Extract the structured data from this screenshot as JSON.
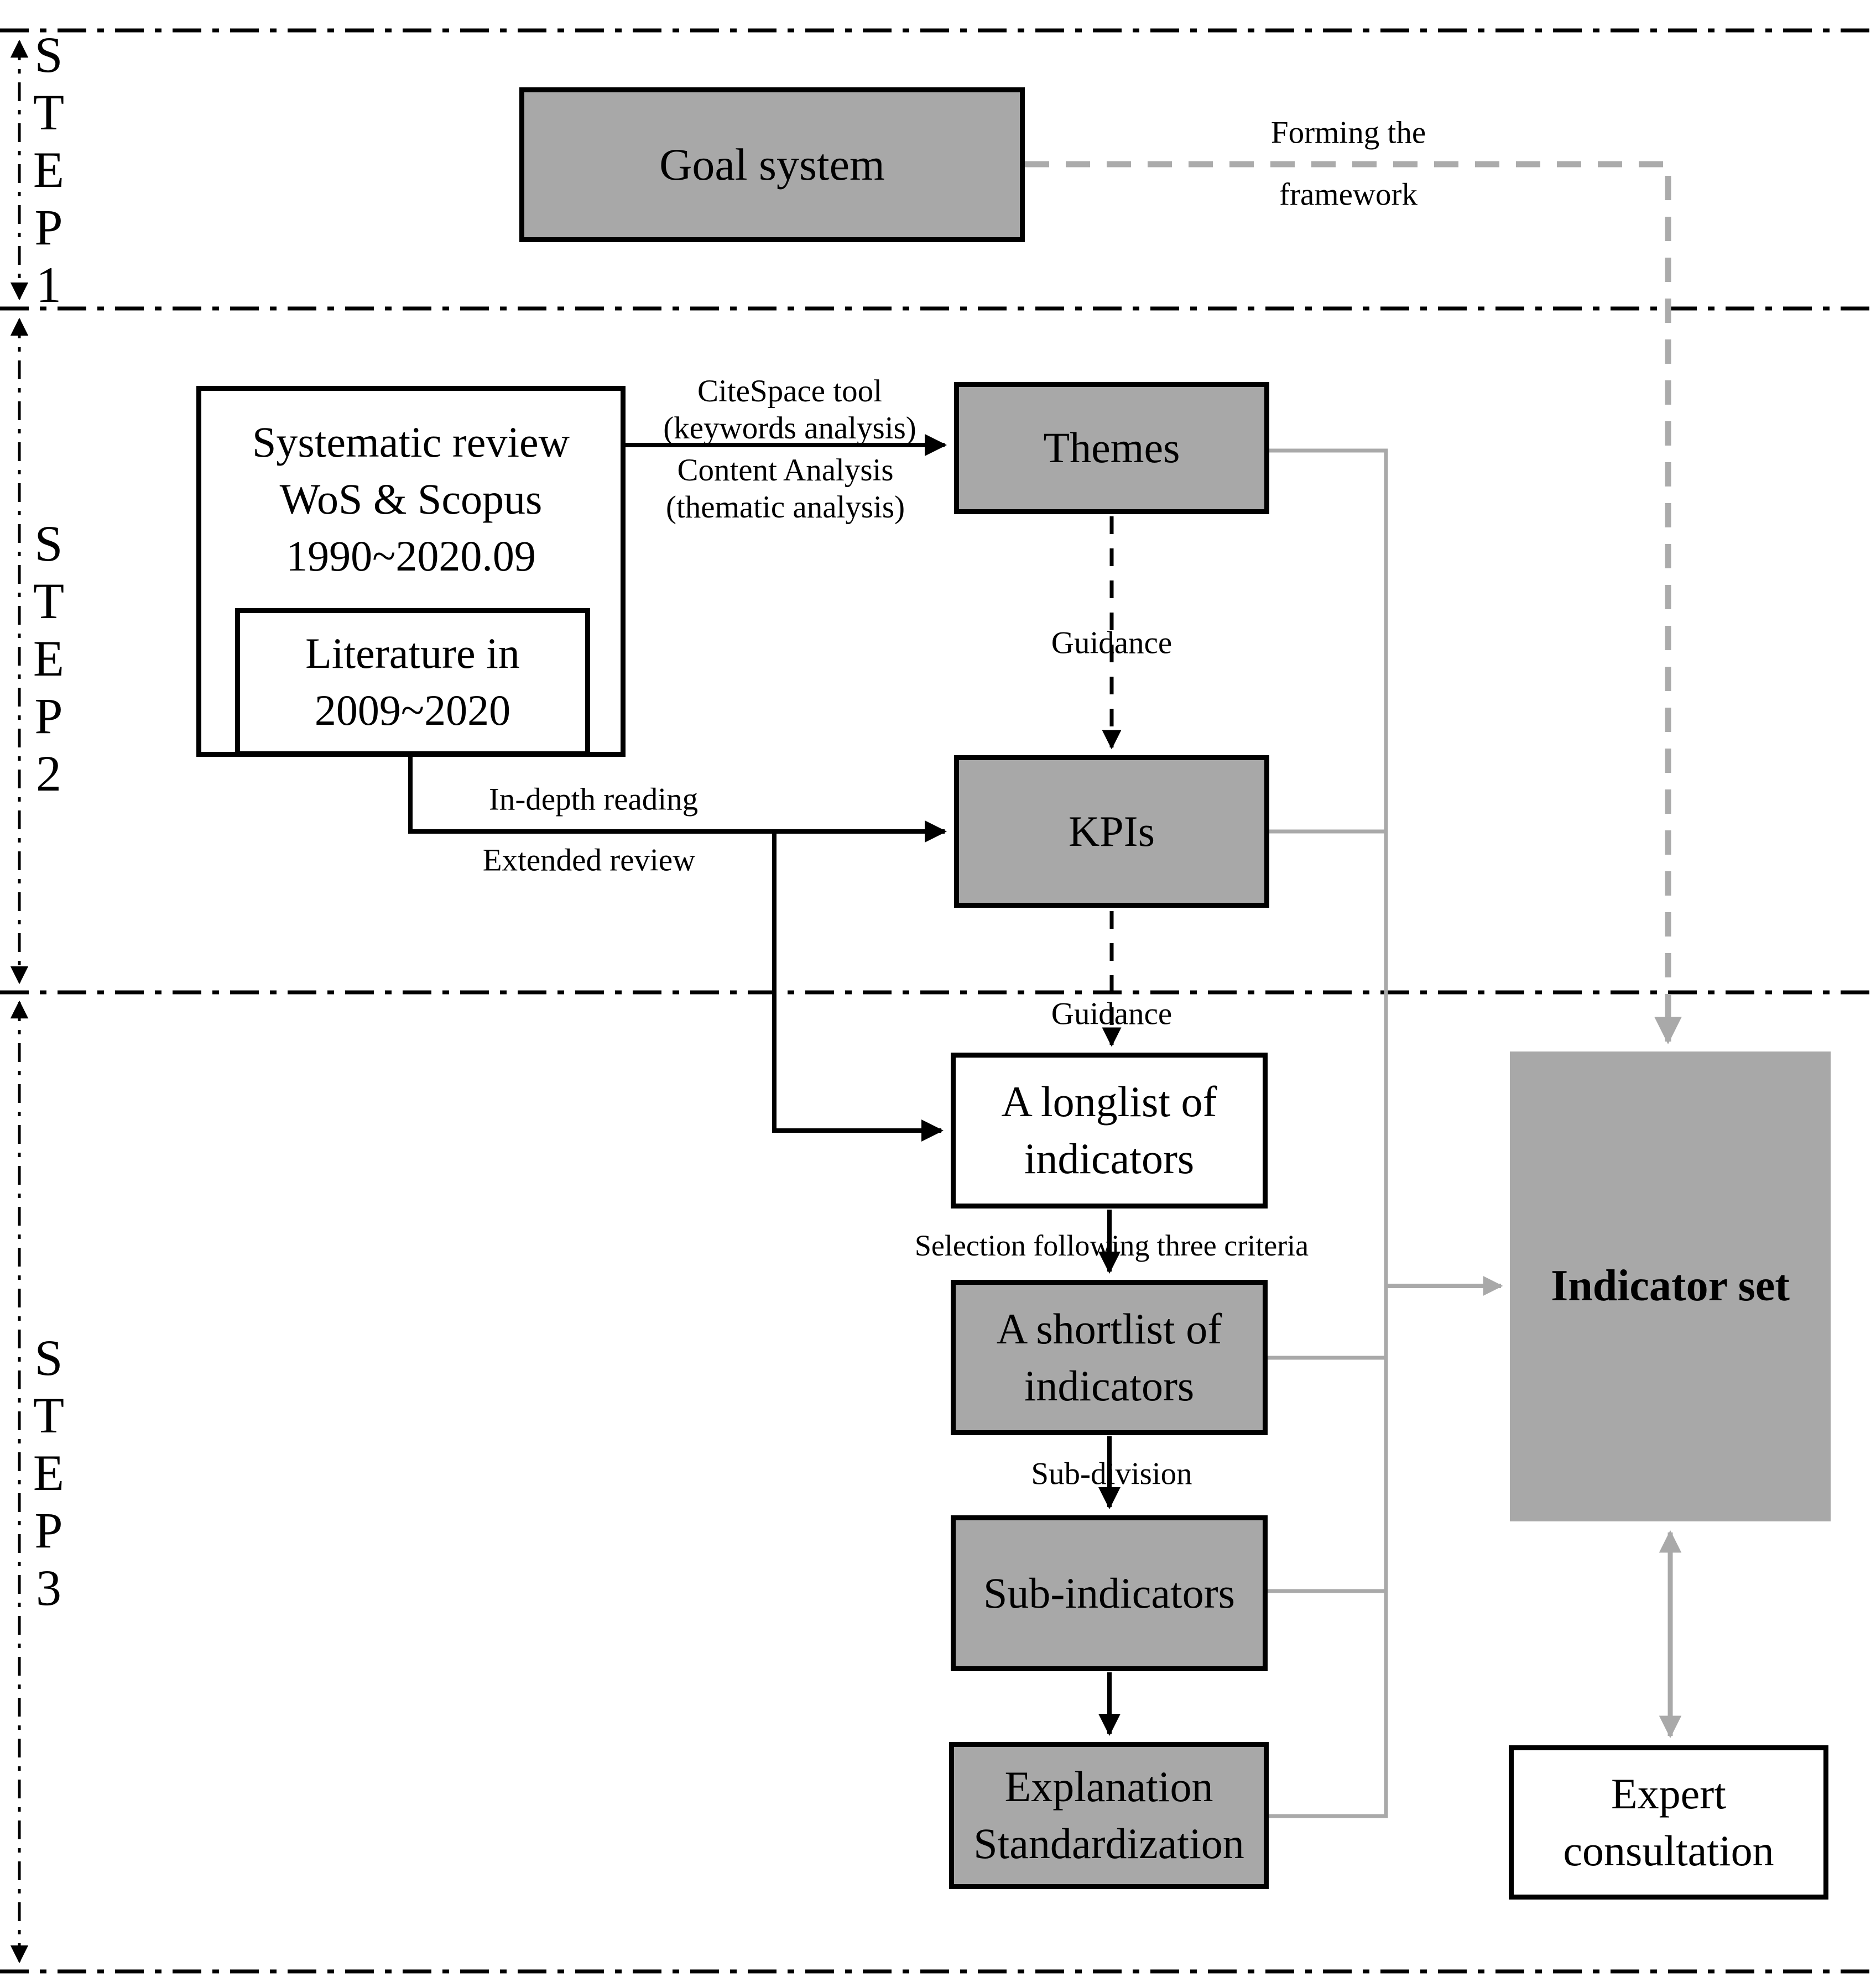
{
  "steps": {
    "s1": "S\nT\nE\nP\n1",
    "s2": "S\nT\nE\nP\n2",
    "s3": "S\nT\nE\nP\n3"
  },
  "boxes": {
    "goal": "Goal system",
    "review": "Systematic review\nWoS & Scopus\n1990~2020.09",
    "literature": "Literature in\n2009~2020",
    "themes": "Themes",
    "kpis": "KPIs",
    "longlist": "A longlist of\nindicators",
    "shortlist": "A shortlist of\nindicators",
    "sub_indicators": "Sub-indicators",
    "explanation": "Explanation\nStandardization",
    "indicator_set": "Indicator set",
    "expert": "Expert\nconsultation"
  },
  "edge_labels": {
    "forming_line1": "Forming the",
    "forming_line2": "framework",
    "citespace": "CiteSpace tool\n(keywords analysis)",
    "content": "Content Analysis\n(thematic analysis)",
    "guidance_a": "Guidance",
    "guidance_b": "Guidance",
    "in_depth": "In-depth reading",
    "extended": "Extended review",
    "selection": "Selection following three criteria",
    "subdivision": "Sub-division"
  },
  "colors": {
    "box_fill": "#a8a8a8",
    "gray_connector": "#a9a9a9",
    "black": "#000000",
    "background": "#ffffff"
  }
}
